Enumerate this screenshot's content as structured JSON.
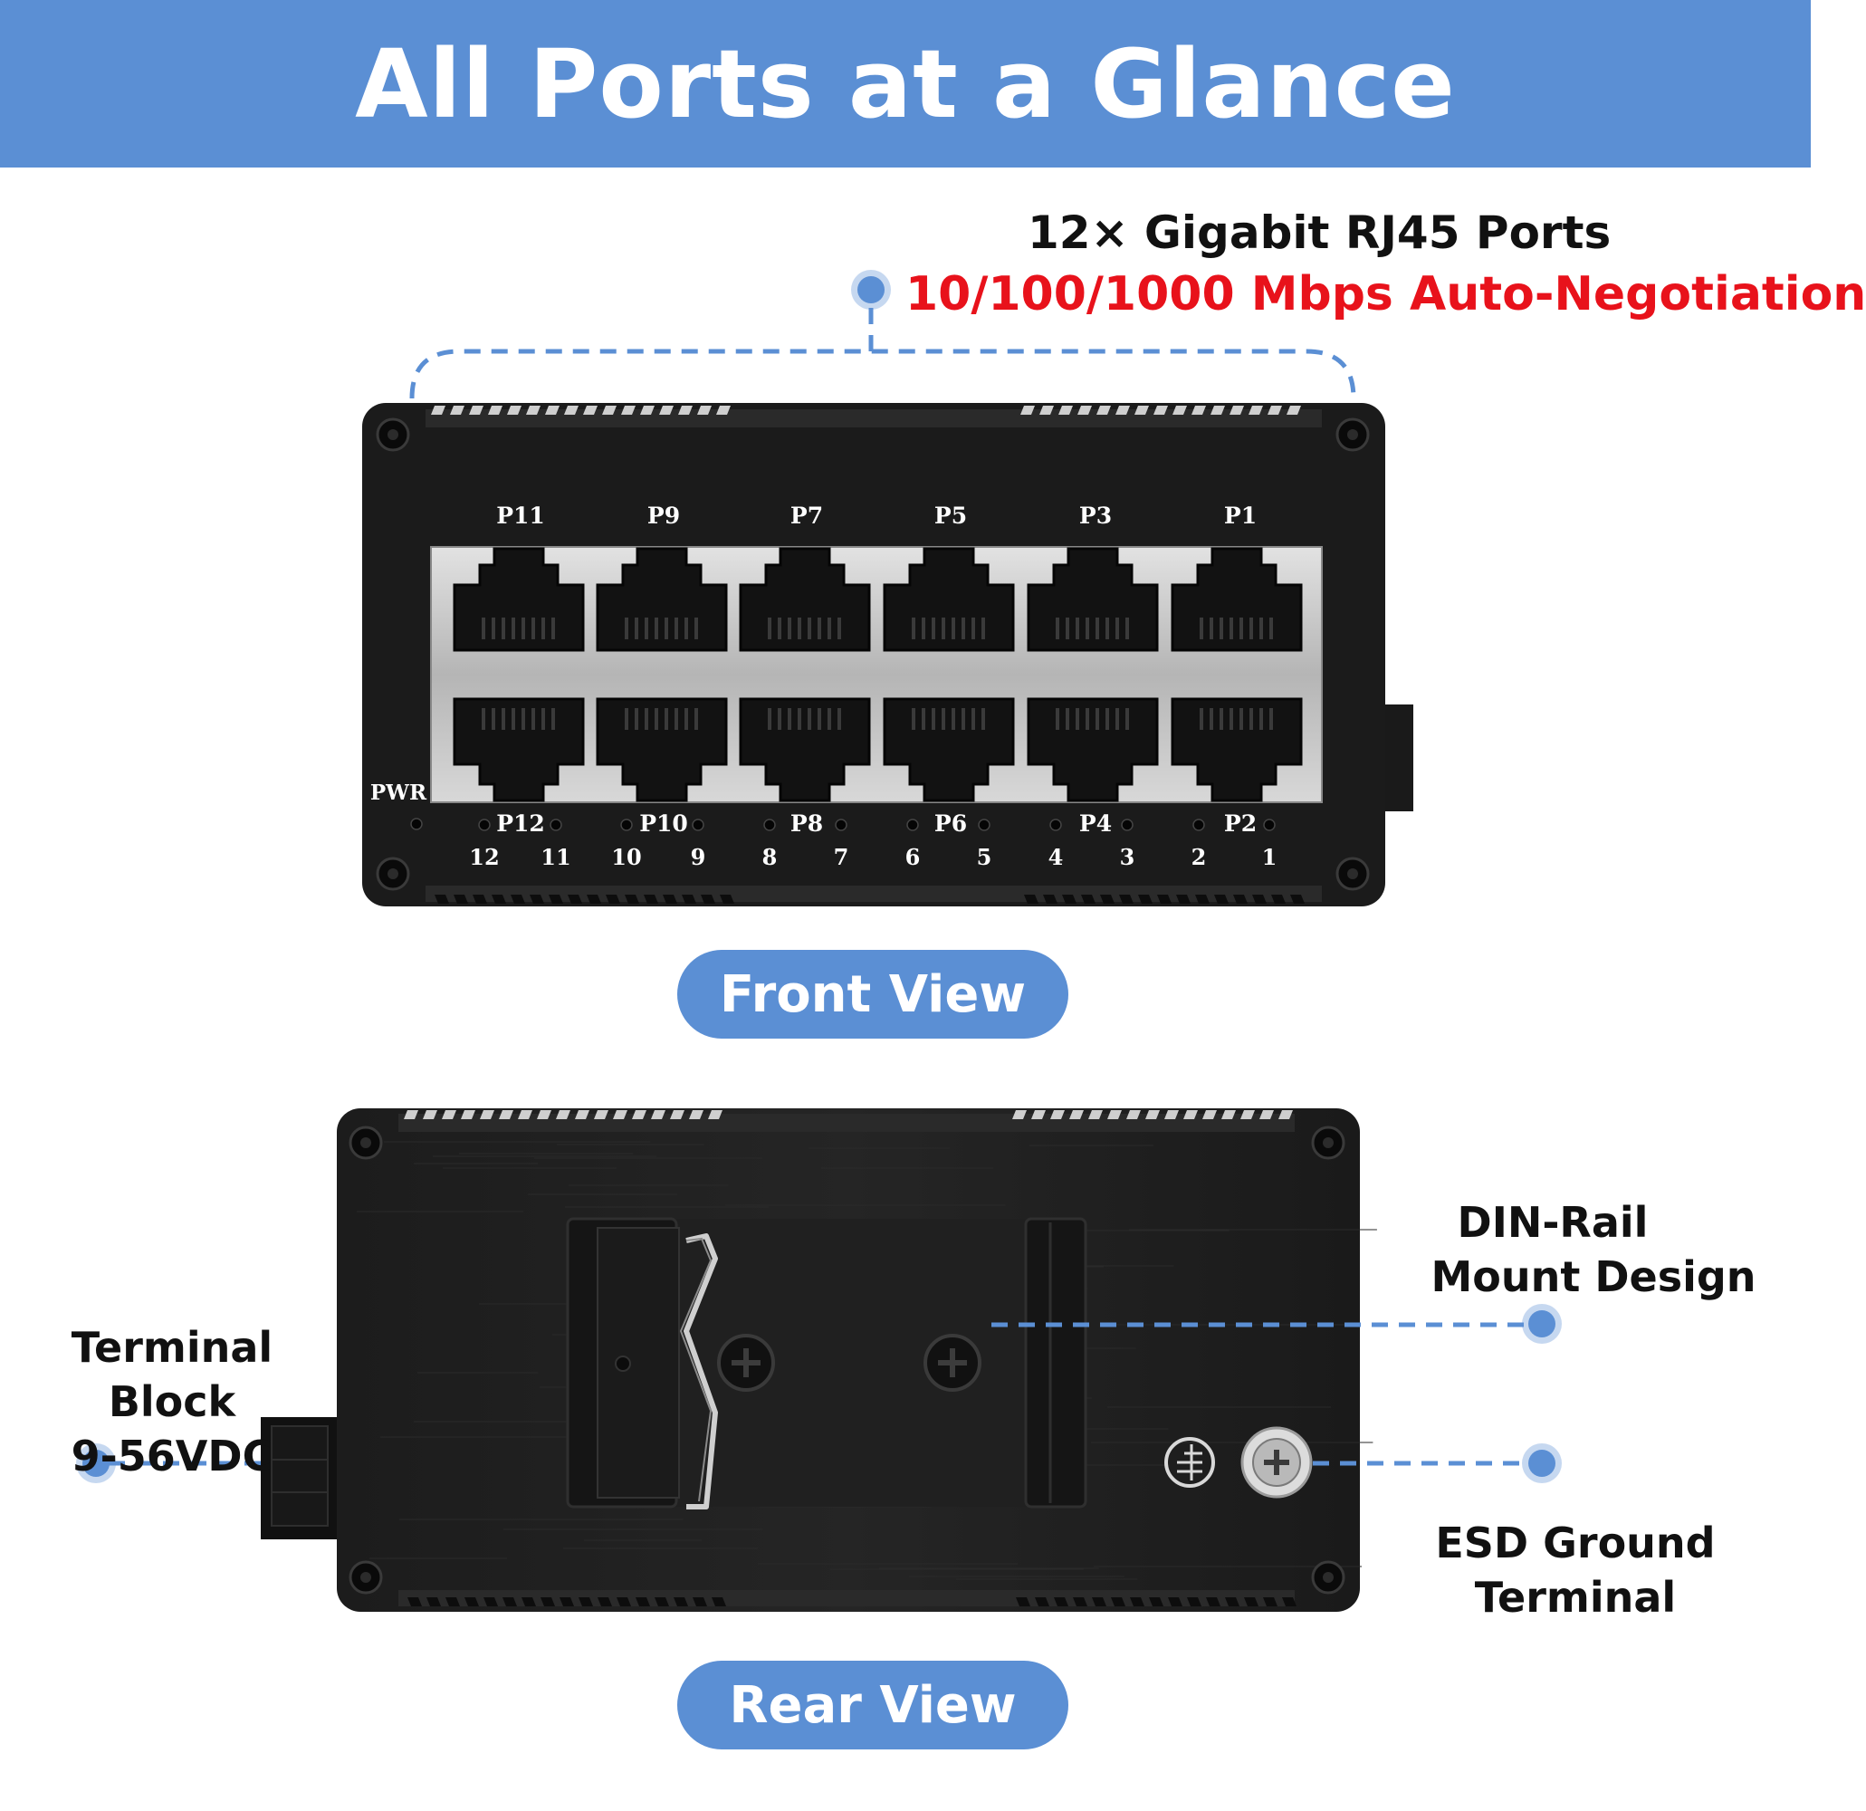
{
  "header": {
    "title": "All Ports at a Glance"
  },
  "front": {
    "ports_title": "12× Gigabit RJ45 Ports",
    "ports_subtitle": "10/100/1000 Mbps Auto-Negotiation",
    "top_labels": [
      "P11",
      "P9",
      "P7",
      "P5",
      "P3",
      "P1"
    ],
    "bottom_labels": [
      "P12",
      "P10",
      "P8",
      "P6",
      "P4",
      "P2"
    ],
    "led_numbers": [
      "12",
      "11",
      "10",
      "9",
      "8",
      "7",
      "6",
      "5",
      "4",
      "3",
      "2",
      "1"
    ],
    "pwr_label": "PWR",
    "view_label": "Front View"
  },
  "rear": {
    "terminal_line1": "Terminal Block",
    "terminal_line2": "9-56VDC",
    "din_line1": "DIN-Rail",
    "din_line2": "Mount Design",
    "esd_line1": "ESD Ground",
    "esd_line2": "Terminal",
    "view_label": "Rear View"
  },
  "colors": {
    "accent": "#5b8fd4",
    "highlight": "#e8121b",
    "device": "#1b1b1b",
    "metal": "#c8c8c8"
  }
}
